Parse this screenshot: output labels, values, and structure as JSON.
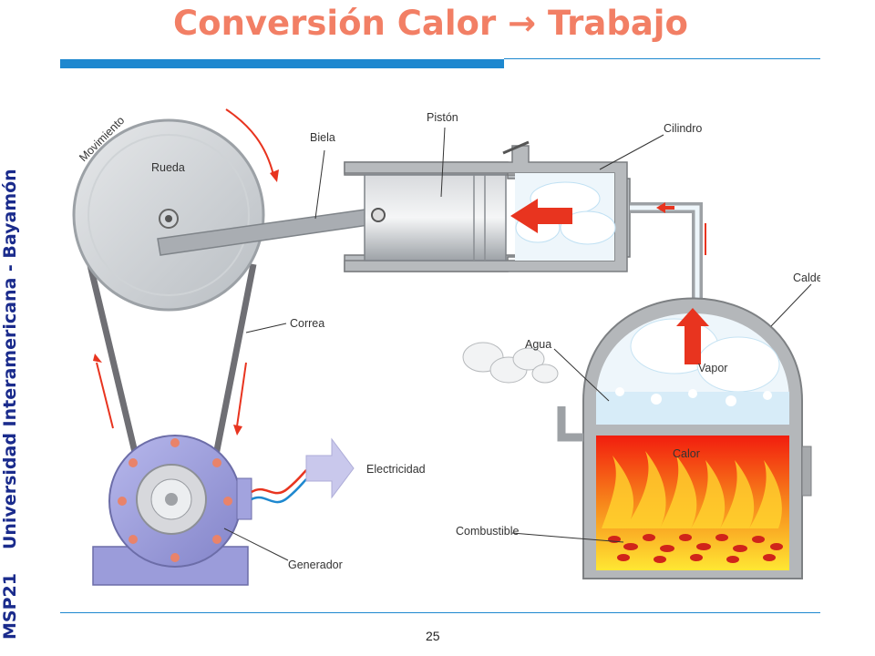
{
  "slide": {
    "title": "Conversión Calor → Trabajo",
    "page_number": "25"
  },
  "sidebar": {
    "code": "MSP21",
    "institution": "Universidad Interamericana - Bayamón"
  },
  "diagram": {
    "labels": {
      "movimiento": "Movimiento",
      "rueda": "Rueda",
      "biela": "Biela",
      "piston": "Pistón",
      "cilindro": "Cilindro",
      "caldera": "Caldera",
      "correa": "Correa",
      "agua": "Agua",
      "vapor": "Vapor",
      "calor": "Calor",
      "electricidad": "Electricidad",
      "combustible": "Combustible",
      "generador": "Generador"
    }
  },
  "colors": {
    "title": "#f27f65",
    "accent": "#1e88cf",
    "sidebar_text": "#1a2b8c",
    "arrow_red": "#e8341f"
  }
}
